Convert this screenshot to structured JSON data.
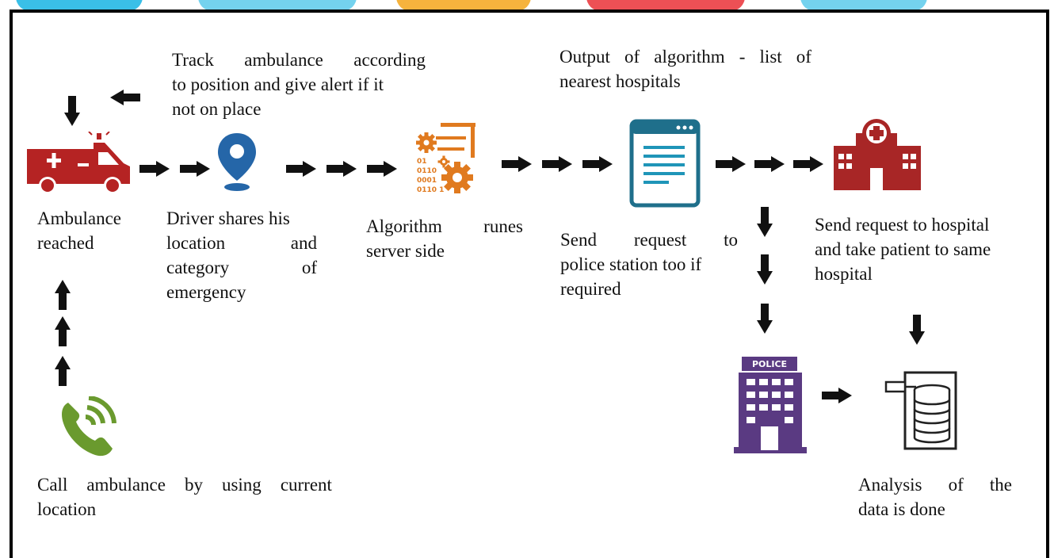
{
  "colors": {
    "ambulance": "#b52323",
    "pin": "#2566a8",
    "gears": "#e07a1f",
    "doc_border": "#1f6f8b",
    "doc_lines": "#1f95b8",
    "hospital": "#a82626",
    "police": "#5a3a82",
    "phone": "#6a9a2e",
    "arrow": "#111111",
    "top_strip": [
      "#17b4e3",
      "#f4a61b",
      "#e8242a",
      "#17b4e3"
    ]
  },
  "icons": {
    "ambulance": "ambulance-icon",
    "location": "location-pin-icon",
    "algorithm": "algorithm-gears-icon",
    "hospital_list": "document-list-icon",
    "hospital": "hospital-icon",
    "police": "police-station-icon",
    "phone": "phone-call-icon",
    "database": "database-icon"
  },
  "police_sign": "POLICE",
  "algorithm_binary": [
    "01",
    "0110",
    "0001",
    "0110 1"
  ],
  "labels": {
    "track": [
      "Track ambulance according",
      "to position and give alert if it",
      "not on place"
    ],
    "output": [
      "Output of algorithm - list of",
      "nearest hospitals"
    ],
    "ambulance_reached": [
      "Ambulance",
      "reached"
    ],
    "driver": [
      "Driver shares his",
      "location and",
      "category of",
      "emergency"
    ],
    "algorithm": [
      "Algorithm runes",
      "server side"
    ],
    "police_request": [
      "Send request to",
      "police station too if",
      "required"
    ],
    "hospital_request": [
      "Send request to hospital",
      "and take patient to same",
      "hospital"
    ],
    "call": [
      "Call ambulance by using current",
      "location"
    ],
    "analysis": [
      "Analysis of the",
      "data is done"
    ]
  }
}
